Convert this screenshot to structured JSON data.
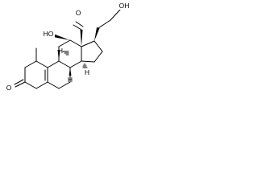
{
  "molecule": {
    "atom_labels": {
      "aldehyde_oxygen": "O",
      "hydroxyl_top": "OH",
      "hydroxyl_left": "HO",
      "ketone_oxygen": "O"
    },
    "hydrogen_labels": {
      "h_c8": "H",
      "h_c9": "H",
      "h_c14": "H"
    },
    "colors": {
      "bonds": "#000000",
      "background": "#ffffff"
    }
  }
}
